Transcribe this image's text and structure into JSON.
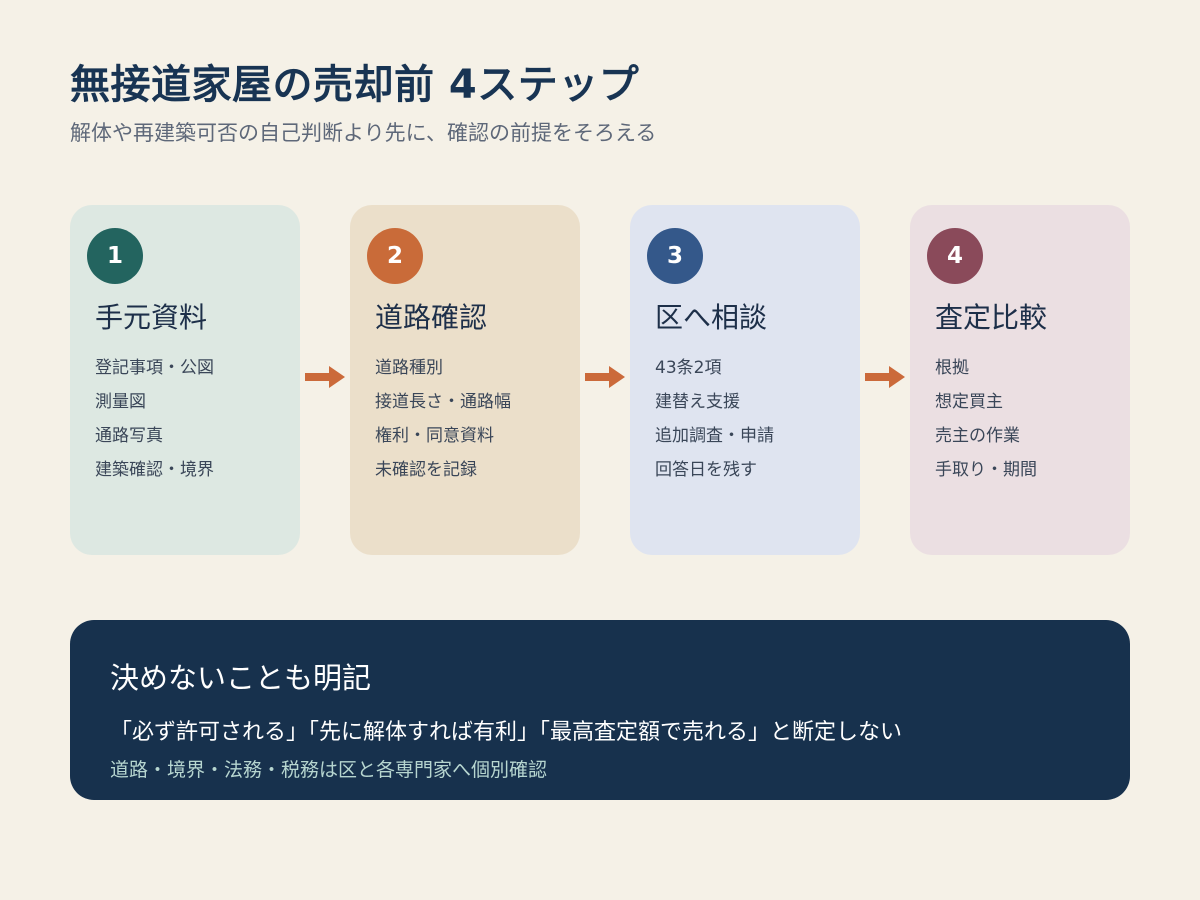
{
  "header": {
    "title": "無接道家屋の売却前 4ステップ",
    "subtitle": "解体や再建築可否の自己判断より先に、確認の前提をそろえる"
  },
  "colors": {
    "background": "#f5f1e7",
    "note_background": "#17314d",
    "arrow": "#cb6a3a"
  },
  "steps": [
    {
      "number": "1",
      "title": "手元資料",
      "badge_color": "#23645f",
      "card_color": "#dde8e2",
      "items": [
        "登記事項・公図",
        "測量図",
        "通路写真",
        "建築確認・境界"
      ]
    },
    {
      "number": "2",
      "title": "道路確認",
      "badge_color": "#c96b39",
      "card_color": "#ebdfca",
      "items": [
        "道路種別",
        "接道長さ・通路幅",
        "権利・同意資料",
        "未確認を記録"
      ]
    },
    {
      "number": "3",
      "title": "区へ相談",
      "badge_color": "#34588a",
      "card_color": "#dfe4f0",
      "items": [
        "43条2項",
        "建替え支援",
        "追加調査・申請",
        "回答日を残す"
      ]
    },
    {
      "number": "4",
      "title": "査定比較",
      "badge_color": "#8a4a5a",
      "card_color": "#ebdfe2",
      "items": [
        "根拠",
        "想定買主",
        "売主の作業",
        "手取り・期間"
      ]
    }
  ],
  "note": {
    "title": "決めないことも明記",
    "line1": "「必ず許可される」「先に解体すれば有利」「最高査定額で売れる」と断定しない",
    "line2": "道路・境界・法務・税務は区と各専門家へ個別確認"
  }
}
